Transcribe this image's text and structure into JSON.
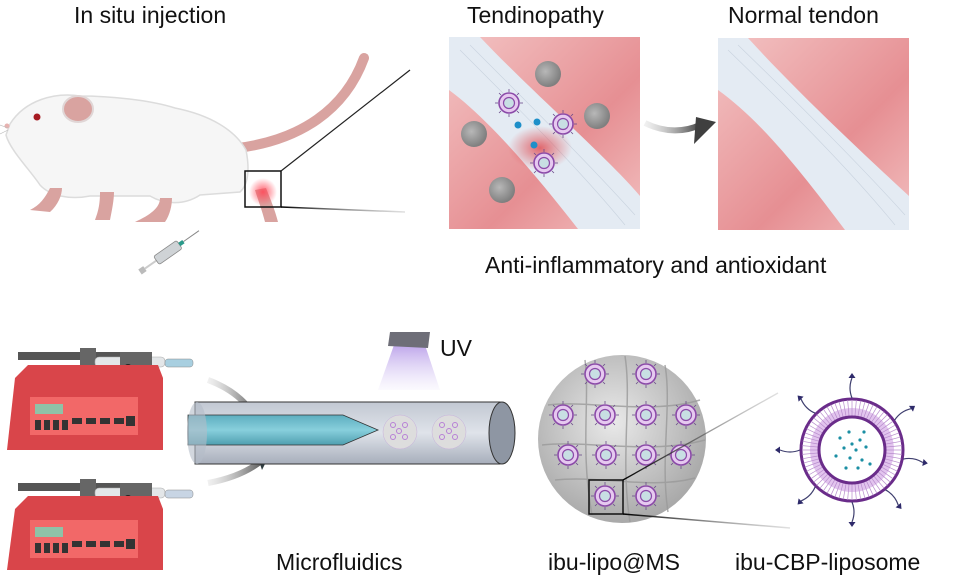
{
  "labels": {
    "in_situ_injection": "In situ injection",
    "tendinopathy": "Tendinopathy",
    "normal_tendon": "Normal tendon",
    "effect": "Anti-inflammatory and antioxidant",
    "uv": "UV",
    "microfluidics": "Microfluidics",
    "microsphere": "ibu-lipo@MS",
    "liposome": "ibu-CBP-liposome"
  },
  "colors": {
    "tissue_pink": "#e9a3a3",
    "tendon_white": "#e4ebf3",
    "pump_red": "#d9454a",
    "fluid_blue": "#6fbccb",
    "lipid_purple": "#6a2c8a",
    "uv_violet": "#c9b6ef",
    "drug_teal": "#1b8fa3"
  },
  "diagram": {
    "panels": [
      {
        "id": "in-situ-injection",
        "items": [
          "rat",
          "syringe",
          "injury-site-box"
        ]
      },
      {
        "id": "tendinopathy",
        "items": [
          "inflamed-tissue",
          "tendon",
          "ros-particles",
          "liposomes",
          "microspheres"
        ]
      },
      {
        "id": "normal-tendon",
        "items": [
          "tissue",
          "tendon"
        ]
      },
      {
        "id": "microfluidics",
        "items": [
          "syringe-pump-1",
          "syringe-pump-2",
          "capillary-tube",
          "uv-lamp",
          "droplets"
        ]
      },
      {
        "id": "ibu-lipo-ms",
        "items": [
          "microsphere",
          "embedded-liposomes",
          "zoom-box"
        ]
      },
      {
        "id": "ibu-cbp-liposome",
        "items": [
          "lipid-bilayer",
          "drug-core",
          "cbp-peptides"
        ]
      }
    ],
    "arrows": [
      {
        "from": "tendinopathy",
        "to": "normal-tendon"
      },
      {
        "from": "syringe-pump-1",
        "to": "capillary-tube"
      },
      {
        "from": "syringe-pump-2",
        "to": "capillary-tube"
      }
    ]
  }
}
